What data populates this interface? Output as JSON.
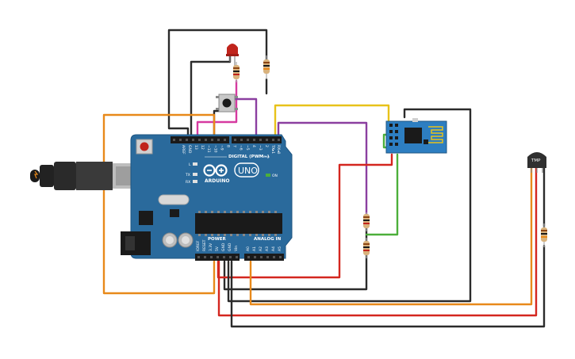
{
  "board": {
    "brand": "ARDUINO",
    "model": "UNO",
    "digital_label": "DIGITAL (PWM~)",
    "power_label": "POWER",
    "analog_label": "ANALOG IN",
    "on_label": "ON",
    "aref_label": "AREF",
    "gnd_label": "GND",
    "tx_label": "TX",
    "rx_label": "RX",
    "l_label": "L",
    "txrx_label": "TX▸1",
    "rx0_label": "RX◂0",
    "digital_pins": [
      "13",
      "12",
      "~11",
      "~10",
      "~9",
      "8",
      "7",
      "~6",
      "~5",
      "4",
      "~3",
      "2"
    ],
    "power_pins": [
      "IOREF",
      "RESET",
      "3.3V",
      "5V",
      "GND",
      "GND",
      "Vin"
    ],
    "analog_pins": [
      "A0",
      "A1",
      "A2",
      "A3",
      "A4",
      "A5"
    ]
  },
  "sensor": {
    "label": "TMP"
  },
  "colors": {
    "board": "#2a6a9c",
    "board_dark": "#1e5582",
    "wire_black": "#2b2b2b",
    "wire_red": "#d4261f",
    "wire_orange": "#e8891a",
    "wire_yellow": "#e8c21a",
    "wire_purple": "#8b3fa0",
    "wire_green": "#4caf3a",
    "wire_pink": "#d63aa0",
    "led": "#c0241c",
    "esp": "#2d7ec1",
    "sensor": "#2f2f2f"
  },
  "icons": [
    "usb-cable-icon",
    "led-icon",
    "pushbutton-icon",
    "resistor-icon",
    "esp8266-icon",
    "tmp-sensor-icon",
    "arduino-logo-icon"
  ]
}
